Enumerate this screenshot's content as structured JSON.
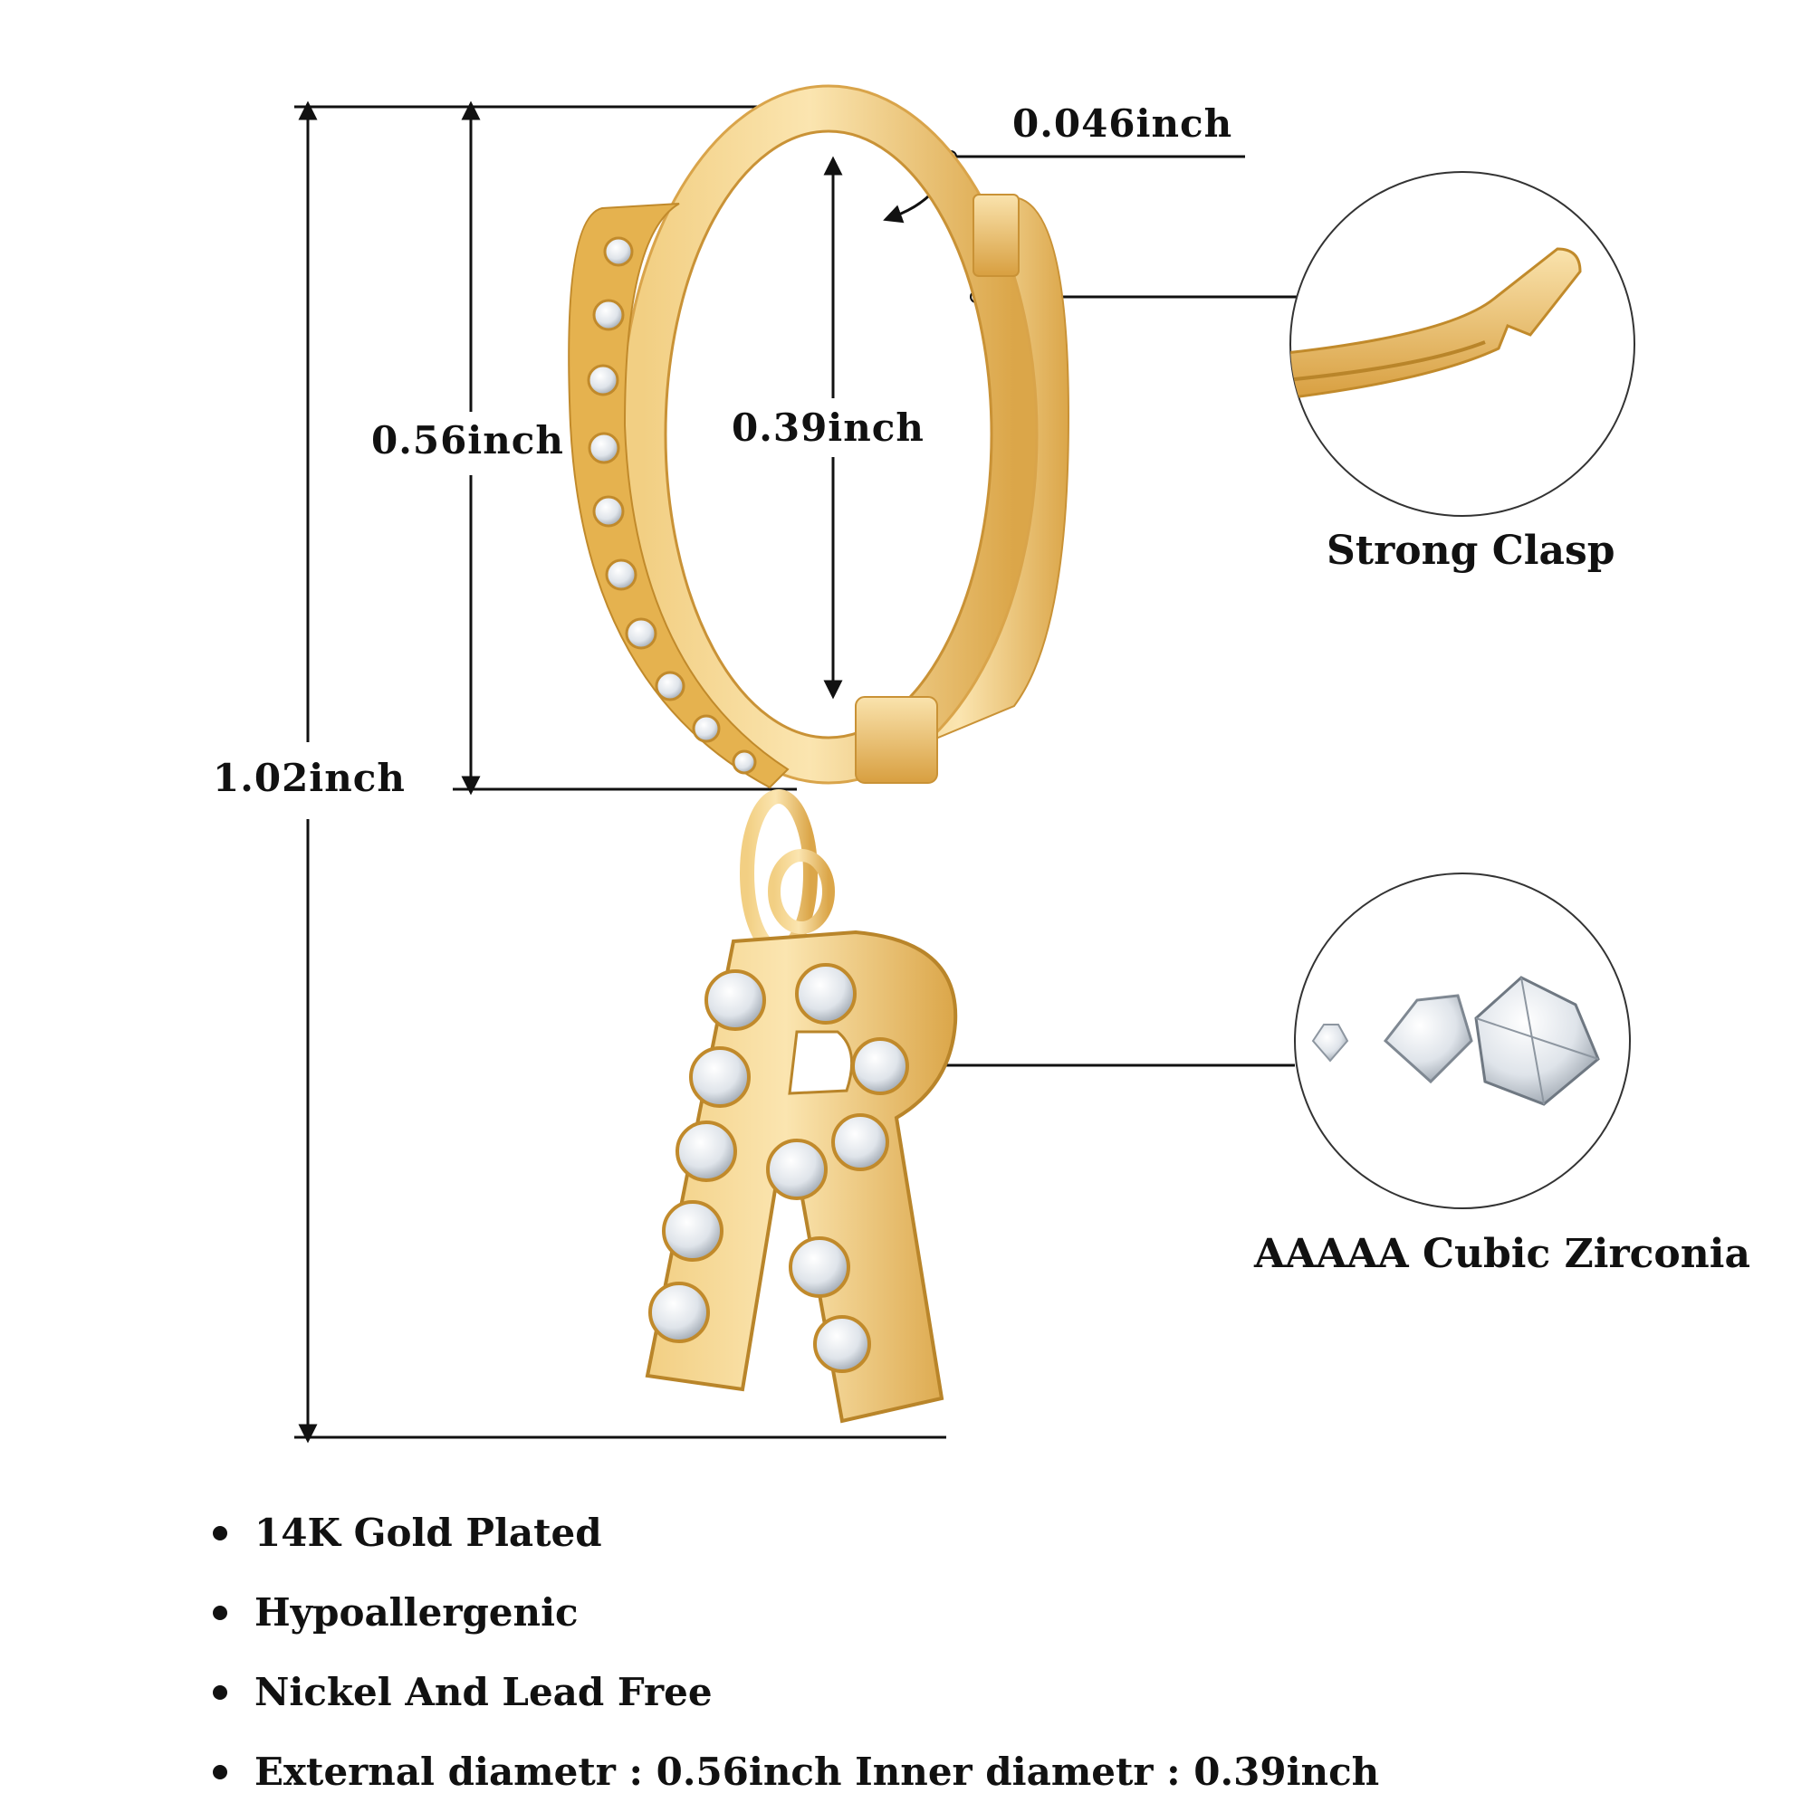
{
  "dimensions": {
    "total_height": "1.02inch",
    "external_diameter": "0.56inch",
    "inner_diameter": "0.39inch",
    "wire_thickness": "0.046inch"
  },
  "callouts": [
    {
      "caption": "Strong Clasp",
      "icon": "gold-hinge-clasp-closeup"
    },
    {
      "caption": "AAAAA Cubic Zirconia",
      "icon": "cubic-zirconia-stones"
    }
  ],
  "features": [
    "14K Gold Plated",
    "Hypoallergenic",
    "Nickel And Lead Free",
    "External diametr : 0.56inch Inner diametr : 0.39inch"
  ],
  "pendant_letter": "R",
  "colors": {
    "gold_light": "#f6d896",
    "gold_mid": "#e6b455",
    "gold_dark": "#b9852a",
    "stone": "#eef1f4",
    "line": "#111111"
  }
}
